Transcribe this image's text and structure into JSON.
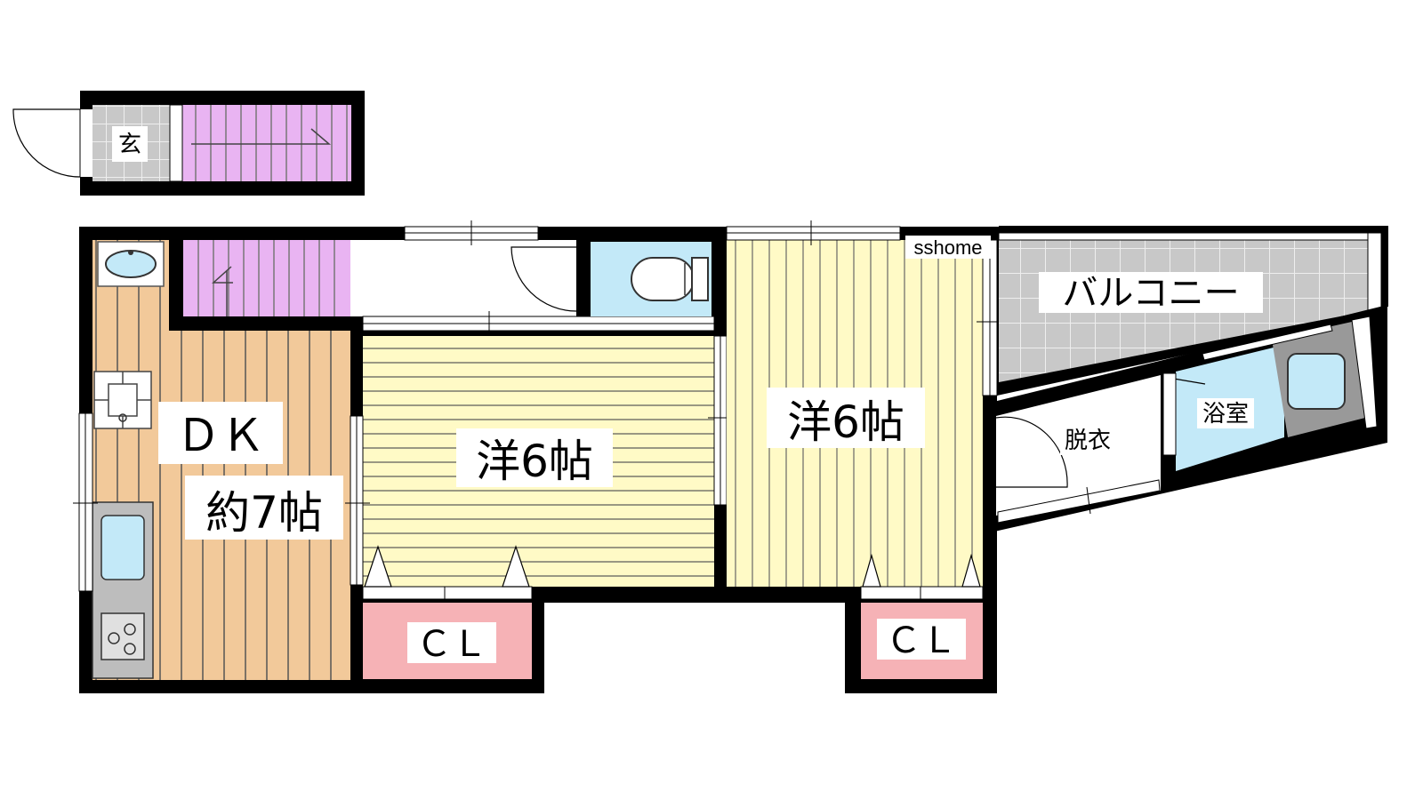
{
  "rooms": {
    "entrance": "玄",
    "dk_line1": "ＤＫ",
    "dk_line2": "約7帖",
    "western_center": "洋6帖",
    "western_right": "洋6帖",
    "closet_left": "ＣＬ",
    "closet_right": "ＣＬ",
    "balcony": "バルコニー",
    "dressing": "脱衣",
    "bathroom": "浴室"
  },
  "watermark": "sshome",
  "colors": {
    "wall": "#000000",
    "wood_dk": "#F2C99A",
    "floor_western": "#FFFAC6",
    "stairs": "#E9B4F2",
    "closet": "#F6B2B6",
    "water": "#C3E9F8",
    "tile": "#C8C8C8"
  }
}
